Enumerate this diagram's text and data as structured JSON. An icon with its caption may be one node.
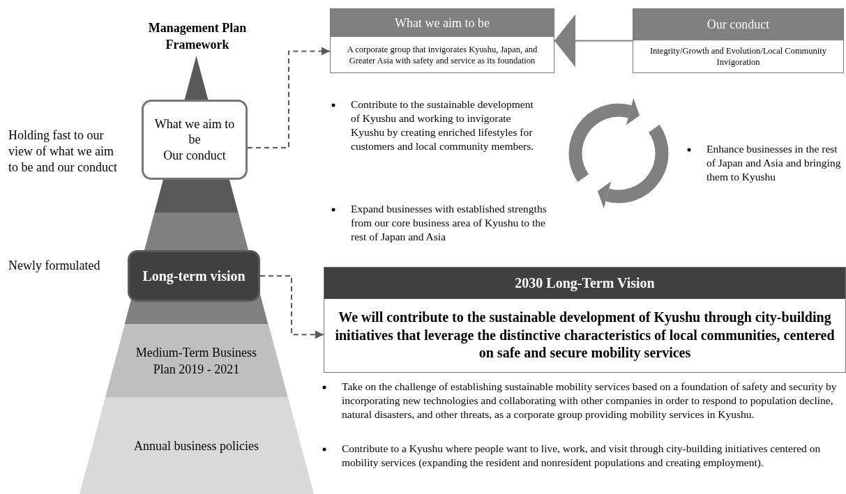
{
  "diagram": {
    "title": "Management Plan Framework",
    "nodes": [
      {
        "text": [
          "What we aim to be",
          "Our conduct"
        ]
      },
      {
        "text": [
          "What we aim to be",
          "A corporate group that invigorates Kyushu, Japan, and Greater Asia with safety and service as its foundation"
        ]
      },
      {
        "text": [
          "Our conduct",
          "Integrity/Growth and Evolution/Local Community Invigoration"
        ]
      },
      {
        "text": [
          "Long-term vision"
        ]
      },
      {
        "text": [
          "Medium-Term Business Plan 2019 - 2021"
        ]
      },
      {
        "text": [
          "Annual business policies"
        ]
      },
      {
        "text": [
          "2030 Long-Term Vision",
          "We will contribute to the sustainable development of Kyushu through city-building initiatives that leverage the distinctive characteristics of local communities, centered on safe and secure mobility services"
        ]
      }
    ],
    "edges": [
      {
        "from": 0,
        "to": 1,
        "arrow": "to",
        "style": "dashed"
      },
      {
        "from": 3,
        "to": 6,
        "arrow": "to",
        "style": "dashed"
      },
      {
        "from": 2,
        "to": 1,
        "arrow": "to"
      }
    ],
    "labels": [
      "Holding fast to our view of what we aim to be and our conduct",
      "Contribute to the sustainable development of Kyushu and working to invigorate Kyushu by creating enriched lifestyles for customers and local community members.",
      "Enhance businesses in the rest of Japan and Asia and bringing them to Kyushu",
      "Expand businesses with established strengths from our core business area of Kyushu to the rest of Japan and Asia",
      "Newly formulated",
      "Take on the challenge of establishing sustainable mobility services based on a foundation of safety and security by incorporating new technologies and collaborating with other companies in order to respond to population decline, natural disasters, and other threats, as a corporate group providing mobility services in Kyushu.",
      "Contribute to a Kyushu where people want to live, work, and visit through city-building initiatives centered on mobility services (expanding the resident and nonresident populations and creating employment)."
    ]
  }
}
